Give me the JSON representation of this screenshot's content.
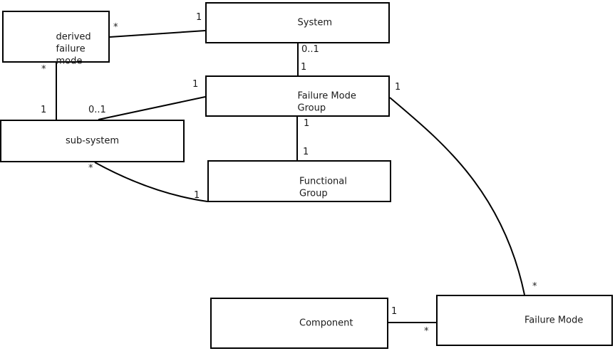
{
  "diagram": {
    "type": "uml-association-diagram",
    "colors": {
      "background": "#ffffff",
      "line": "#000000",
      "text": "#1a1a1a"
    },
    "boxes": {
      "derived_failure_mode": {
        "label": "derived\nfailure\nmode"
      },
      "system": {
        "label": "System"
      },
      "failure_mode_group": {
        "label": "Failure Mode\nGroup"
      },
      "sub_system": {
        "label": "sub-system"
      },
      "functional_group": {
        "label": "Functional\nGroup"
      },
      "component": {
        "label": "Component"
      },
      "failure_mode": {
        "label": "Failure Mode"
      }
    },
    "relationships": [
      {
        "from": "derived failure mode",
        "to": "System",
        "from_mult": "*",
        "to_mult": "1"
      },
      {
        "from": "derived failure mode",
        "to": "sub-system",
        "from_mult": "*",
        "to_mult": "1"
      },
      {
        "from": "sub-system",
        "to": "Failure Mode Group",
        "from_mult": "0..1",
        "to_mult": "1"
      },
      {
        "from": "System",
        "to": "Failure Mode Group",
        "from_mult": "0..1",
        "to_mult": "1"
      },
      {
        "from": "Failure Mode Group",
        "to": "Functional Group",
        "from_mult": "1",
        "to_mult": "1"
      },
      {
        "from": "sub-system",
        "to": "Functional Group",
        "from_mult": "*",
        "to_mult": "1"
      },
      {
        "from": "Failure Mode Group",
        "to": "Failure Mode",
        "from_mult": "1",
        "to_mult": "*"
      },
      {
        "from": "Component",
        "to": "Failure Mode",
        "from_mult": "1",
        "to_mult": "*"
      }
    ]
  }
}
